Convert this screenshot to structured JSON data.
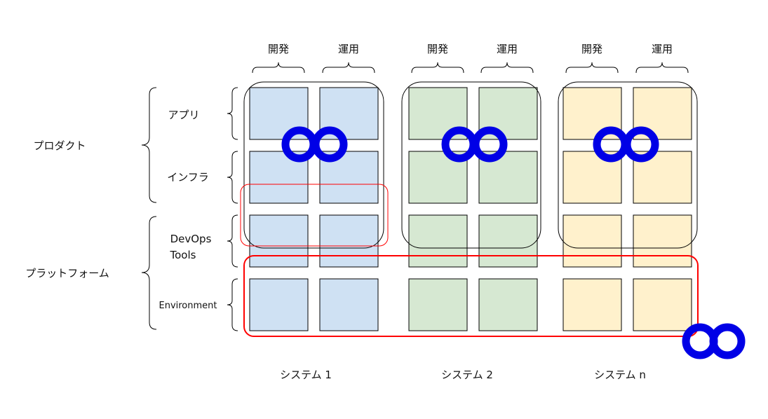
{
  "labels": {
    "dev": "開発",
    "ops": "運用",
    "product": "プロダクト",
    "platform": "プラットフォーム",
    "app": "アプリ",
    "infra": "インフラ",
    "devops_line1": "DevOps",
    "devops_line2": "Tools",
    "environment": "Environment"
  },
  "systems": [
    {
      "name": "システム 1",
      "fill": "#cfe1f3"
    },
    {
      "name": "システム 2",
      "fill": "#d6e8d2"
    },
    {
      "name": "システム n",
      "fill": "#fff1cc"
    }
  ],
  "colors": {
    "cell_stroke": "#000000",
    "group_stroke": "#000000",
    "highlight_stroke": "#ff0000",
    "loop_icon": "#0000e6"
  },
  "icons": {
    "loop": "infinity-loop-icon",
    "brace": "curly-brace-icon"
  }
}
